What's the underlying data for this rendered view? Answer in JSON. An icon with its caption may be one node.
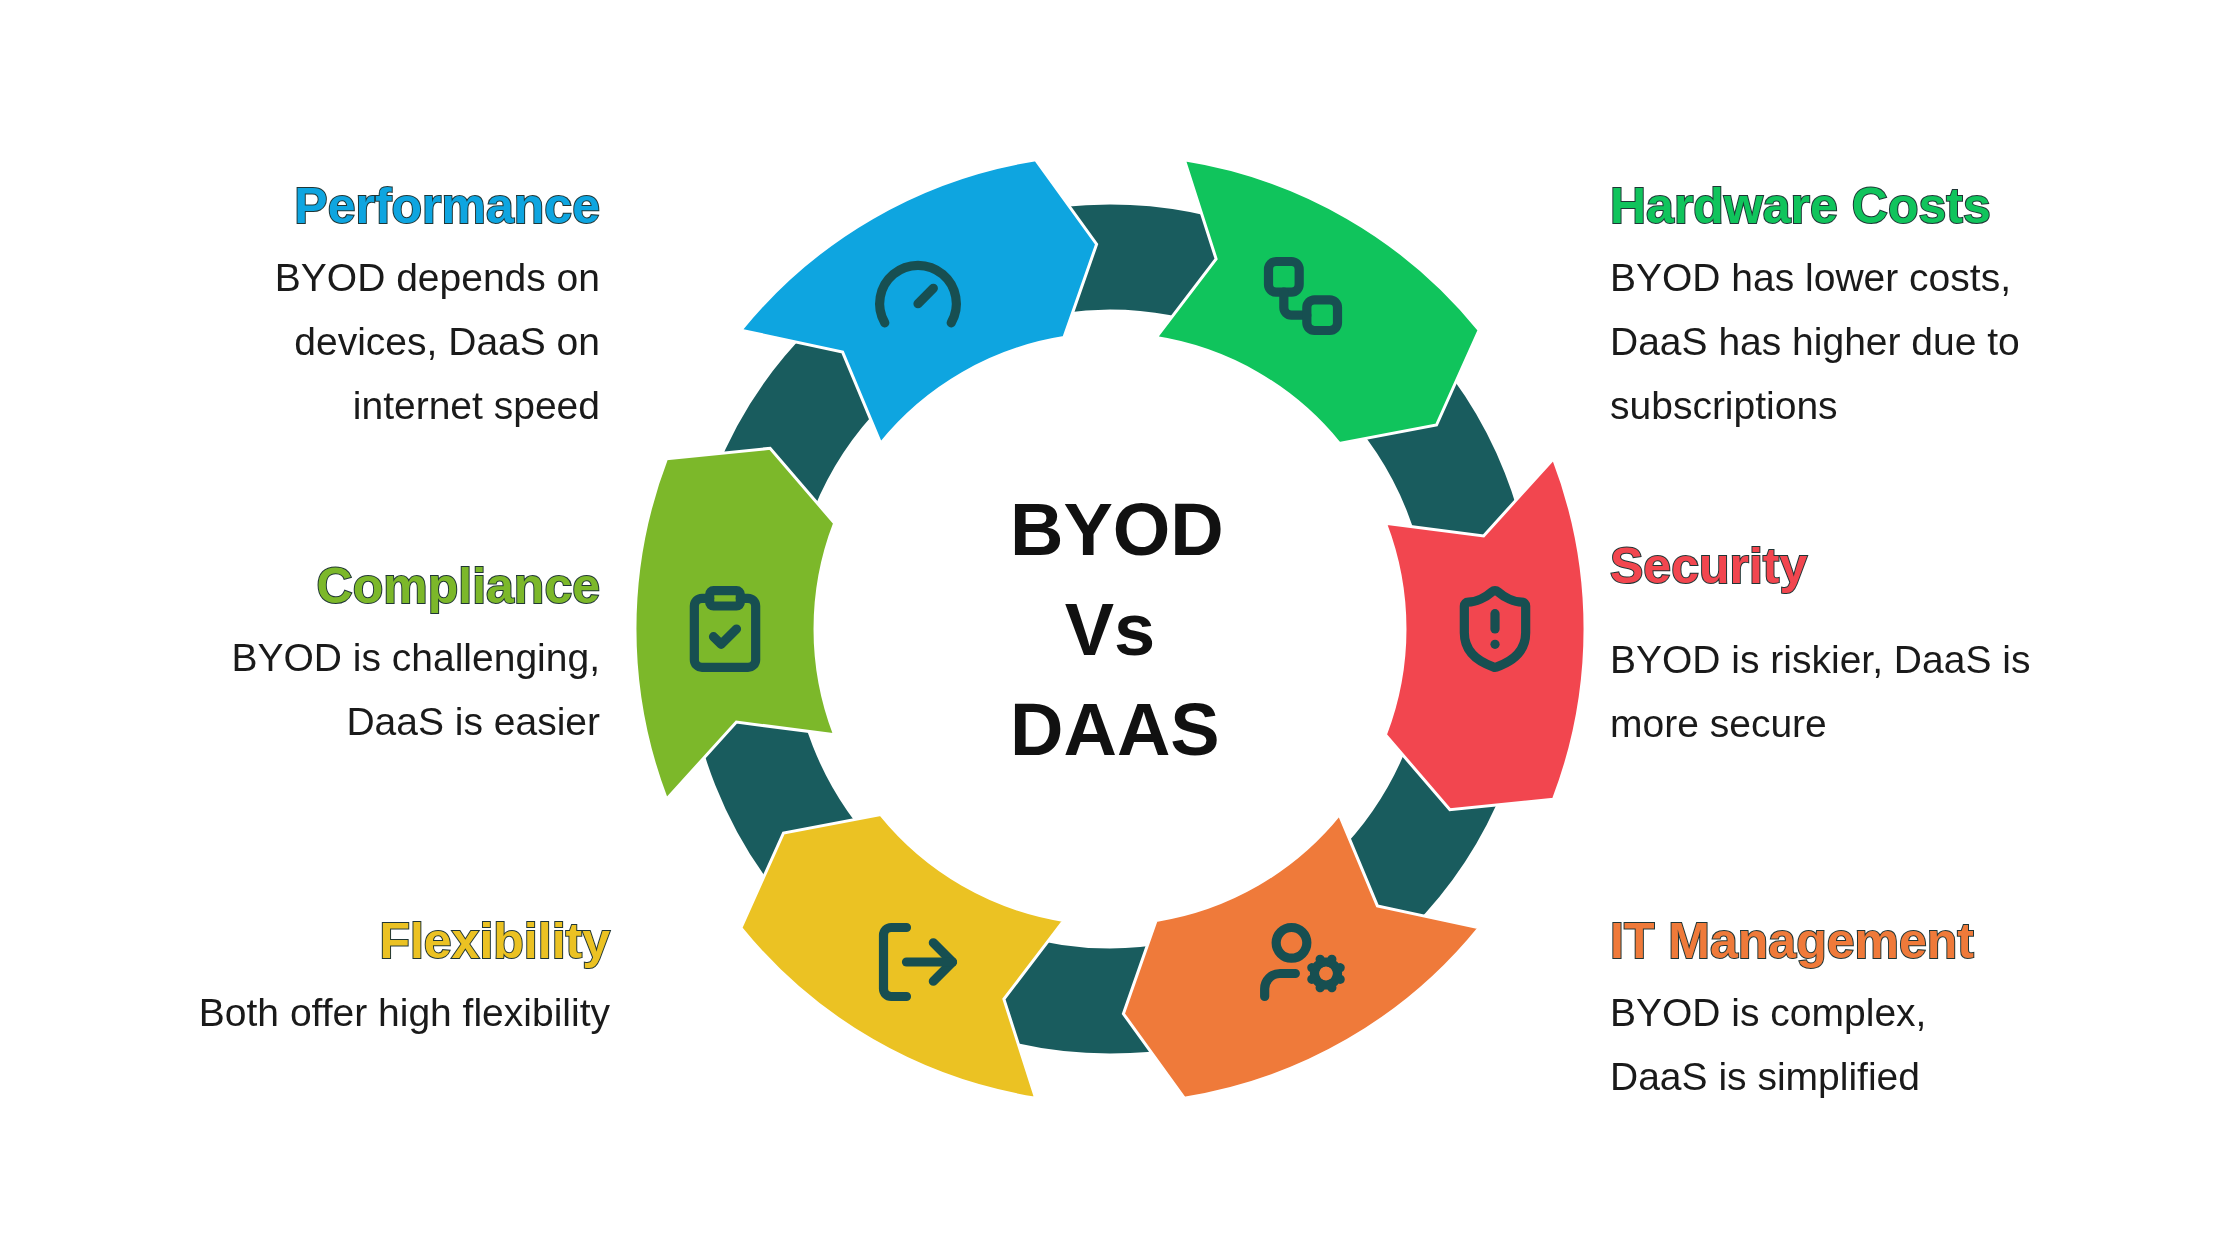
{
  "diagram": {
    "nodes": [
      {
        "text": [
          "BYOD Vs DAAS"
        ]
      },
      {
        "text": [
          "Performance",
          "BYOD depends on devices, DaaS on internet speed"
        ]
      },
      {
        "text": [
          "Hardware Costs",
          "BYOD has lower costs, DaaS has higher due to subscriptions"
        ]
      },
      {
        "text": [
          "Compliance",
          "BYOD is challenging, DaaS is easier"
        ]
      },
      {
        "text": [
          "Security",
          "BYOD is riskier, DaaS is more secure"
        ]
      },
      {
        "text": [
          "Flexibility",
          "Both offer high flexibility"
        ]
      },
      {
        "text": [
          "IT Management",
          "BYOD is complex, DaaS is simplified"
        ]
      }
    ]
  }
}
